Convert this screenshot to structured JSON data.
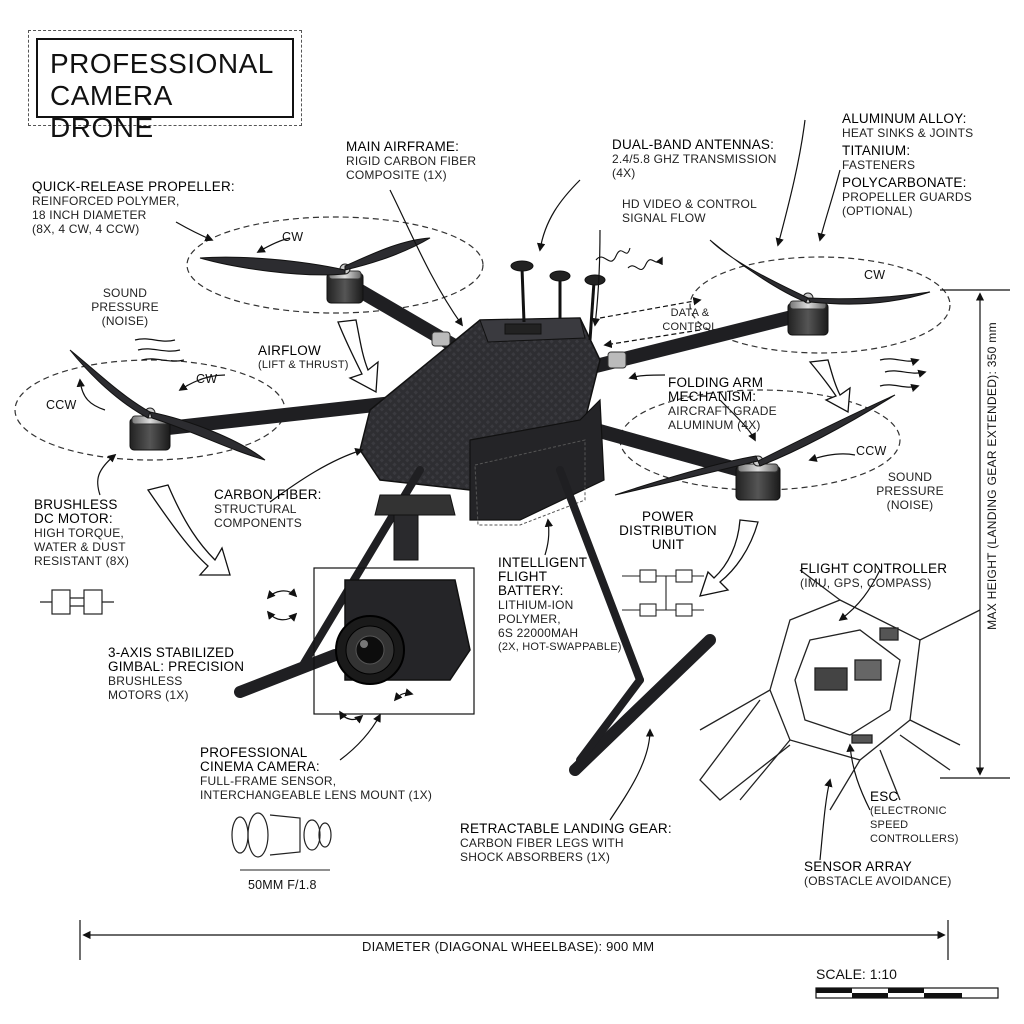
{
  "title": {
    "line1": "PROFESSIONAL",
    "line2": "CAMERA DRONE"
  },
  "labels": {
    "main_airframe": {
      "h": "MAIN AIRFRAME:",
      "l1": "RIGID CARBON FIBER",
      "l2": "COMPOSITE (1x)"
    },
    "antennas": {
      "h": "DUAL-BAND ANTENNAS:",
      "l1": "2.4/5.8 GHz TRANSMISSION",
      "l2": "(4x)"
    },
    "hd_video": {
      "l1": "HD VIDEO & CONTROL",
      "l2": "SIGNAL FLOW"
    },
    "materials": {
      "alu_h": "ALUMINUM ALLOY:",
      "alu_l": "HEAT SINKS & JOINTS",
      "ti_h": "TITANIUM:",
      "ti_l": "FASTENERS",
      "pc_h": "POLYCARBONATE:",
      "pc_l1": "PROPELLER GUARDS",
      "pc_l2": "(OPTIONAL)"
    },
    "propeller": {
      "h": "QUICK-RELEASE PROPELLER:",
      "l1": "REINFORCED POLYMER,",
      "l2": "18 INCH DIAMETER",
      "l3": "(8x, 4 CW, 4 CCW)"
    },
    "cw_1": "CW",
    "cw_2": "CW",
    "cw_3": "CW",
    "ccw_1": "CCW",
    "ccw_2": "CCW",
    "sound_left": {
      "l1": "SOUND",
      "l2": "PRESSURE",
      "l3": "(NOISE)"
    },
    "sound_right": {
      "l1": "SOUND",
      "l2": "PRESSURE",
      "l3": "(NOISE)"
    },
    "airflow": {
      "h": "AIRFLOW",
      "l1": "(LIFT & THRUST)"
    },
    "data_control": {
      "l1": "DATA &",
      "l2": "CONTROL"
    },
    "folding_arm": {
      "h1": "FOLDING ARM",
      "h2": "MECHANISM:",
      "l1": "AIRCRAFT-GRADE",
      "l2": "ALUMINUM (4x)"
    },
    "motor": {
      "h1": "BRUSHLESS",
      "h2": "DC MOTOR:",
      "l1": "HIGH TORQUE,",
      "l2": "WATER & DUST",
      "l3": "RESISTANT (8x)"
    },
    "carbon": {
      "h": "CARBON FIBER:",
      "l1": "STRUCTURAL",
      "l2": "COMPONENTS"
    },
    "pdu": {
      "l1": "POWER",
      "l2": "DISTRIBUTION",
      "l3": "UNIT"
    },
    "battery": {
      "h1": "INTELLIGENT",
      "h2": "FLIGHT",
      "h3": "BATTERY:",
      "l1": "LITHIUM-ION",
      "l2": "POLYMER,",
      "l3": "6S 22000mAh",
      "l4": "(2x, HOT-SWAPPABLE)"
    },
    "flight_ctrl": {
      "h": "FLIGHT CONTROLLER",
      "l1": "(IMU, GPS, COMPASS)"
    },
    "gimbal": {
      "h1": "3-AXIS STABILIZED",
      "h2": "GIMBAL: PRECISION",
      "l1": "BRUSHLESS",
      "l2": "MOTORS (1x)"
    },
    "camera": {
      "h1": "PROFESSIONAL",
      "h2": "CINEMA CAMERA:",
      "l1": "FULL-FRAME SENSOR,",
      "l2": "INTERCHANGEABLE LENS MOUNT (1x)"
    },
    "lens": "50MM f/1.8",
    "landing": {
      "h": "RETRACTABLE LANDING GEAR:",
      "l1": "CARBON FIBER LEGS WITH",
      "l2": "SHOCK ABSORBERS (1x)"
    },
    "esc": {
      "h": "ESC",
      "l1": "(ELECTRONIC",
      "l2": "SPEED",
      "l3": "CONTROLLERS)"
    },
    "sensor": {
      "h": "SENSOR ARRAY",
      "l1": "(OBSTACLE AVOIDANCE)"
    },
    "diameter": "DIAMETER (DIAGONAL WHEELBASE): 900 mm",
    "height": "MAX HEIGHT (LANDING GEAR EXTENDED): 350 mm",
    "scale": "SCALE: 1:10"
  },
  "colors": {
    "ink": "#111111",
    "carbon": "#2b2b2e",
    "carbon_light": "#4a4a4f",
    "metal": "#9a9a9a",
    "paper": "#ffffff"
  }
}
